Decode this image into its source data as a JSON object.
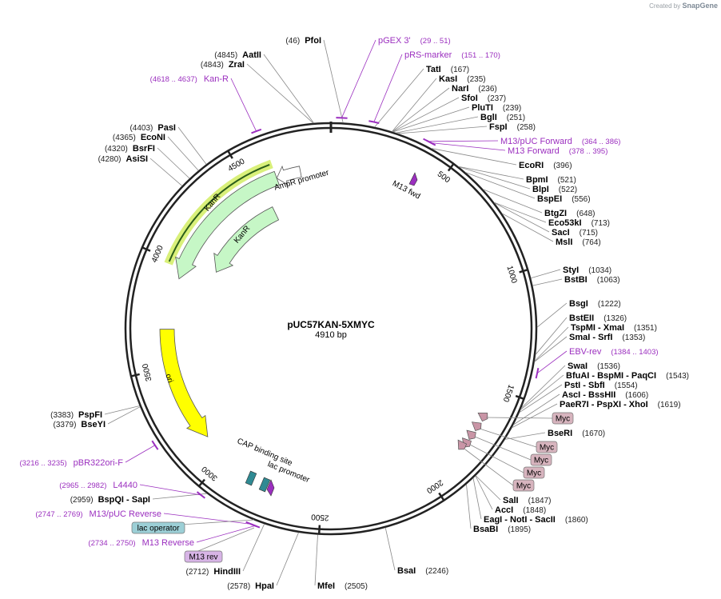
{
  "app": {
    "created_by": "Created by",
    "brand": "SnapGene"
  },
  "plasmid": {
    "name": "pUC57KAN-5XMYC",
    "length": 4910,
    "length_label": "4910 bp"
  },
  "ticks": [
    "500",
    "1000",
    "1500",
    "2000",
    "2500",
    "3000",
    "3500",
    "4000",
    "4500"
  ],
  "sites": [
    {
      "id": "pfoi",
      "pos": 46,
      "label": "(46)",
      "name": "PfoI"
    },
    {
      "id": "aatii",
      "pos": 4845,
      "label": "(4845)",
      "name": "AatII"
    },
    {
      "id": "zrai",
      "pos": 4843,
      "label": "(4843)",
      "name": "ZraI"
    },
    {
      "id": "tati",
      "pos": 167,
      "label": "(167)",
      "name": "TatI"
    },
    {
      "id": "kasi",
      "pos": 235,
      "label": "(235)",
      "name": "KasI"
    },
    {
      "id": "nari",
      "pos": 236,
      "label": "(236)",
      "name": "NarI"
    },
    {
      "id": "sfoi",
      "pos": 237,
      "label": "(237)",
      "name": "SfoI"
    },
    {
      "id": "pluti",
      "pos": 239,
      "label": "(239)",
      "name": "PluTI"
    },
    {
      "id": "bgli",
      "pos": 251,
      "label": "(251)",
      "name": "BglI"
    },
    {
      "id": "fspi",
      "pos": 258,
      "label": "(258)",
      "name": "FspI"
    },
    {
      "id": "ecori",
      "pos": 396,
      "label": "(396)",
      "name": "EcoRI"
    },
    {
      "id": "bpmi",
      "pos": 521,
      "label": "(521)",
      "name": "BpmI"
    },
    {
      "id": "blpi",
      "pos": 522,
      "label": "(522)",
      "name": "BlpI"
    },
    {
      "id": "bspei",
      "pos": 556,
      "label": "(556)",
      "name": "BspEI"
    },
    {
      "id": "btgzi",
      "pos": 648,
      "label": "(648)",
      "name": "BtgZI"
    },
    {
      "id": "eco53ki",
      "pos": 713,
      "label": "(713)",
      "name": "Eco53kI"
    },
    {
      "id": "saci",
      "pos": 715,
      "label": "(715)",
      "name": "SacI"
    },
    {
      "id": "msli",
      "pos": 764,
      "label": "(764)",
      "name": "MslI"
    },
    {
      "id": "styi",
      "pos": 1034,
      "label": "(1034)",
      "name": "StyI"
    },
    {
      "id": "bstbi",
      "pos": 1063,
      "label": "(1063)",
      "name": "BstBI"
    },
    {
      "id": "bsgi",
      "pos": 1222,
      "label": "(1222)",
      "name": "BsgI"
    },
    {
      "id": "bsteii",
      "pos": 1326,
      "label": "(1326)",
      "name": "BstEII"
    },
    {
      "id": "tspmi",
      "pos": 1351,
      "label": "(1351)",
      "name": "TspMI  - XmaI"
    },
    {
      "id": "smai",
      "pos": 1353,
      "label": "(1353)",
      "name": "SmaI  - SrfI"
    },
    {
      "id": "swai",
      "pos": 1536,
      "label": "(1536)",
      "name": "SwaI"
    },
    {
      "id": "bfuai",
      "pos": 1543,
      "label": "(1543)",
      "name": "BfuAI  - BspMI  - PaqCI"
    },
    {
      "id": "psti",
      "pos": 1554,
      "label": "(1554)",
      "name": "PstI  - SbfI"
    },
    {
      "id": "asci",
      "pos": 1606,
      "label": "(1606)",
      "name": "AscI  - BssHII"
    },
    {
      "id": "paer7i",
      "pos": 1619,
      "label": "(1619)",
      "name": "PaeR7I  - PspXI  - XhoI"
    },
    {
      "id": "bseri",
      "pos": 1670,
      "label": "(1670)",
      "name": "BseRI"
    },
    {
      "id": "sali",
      "pos": 1847,
      "label": "(1847)",
      "name": "SalI"
    },
    {
      "id": "acci",
      "pos": 1848,
      "label": "(1848)",
      "name": "AccI"
    },
    {
      "id": "eagi",
      "pos": 1860,
      "label": "(1860)",
      "name": "EagI  - NotI  - SacII"
    },
    {
      "id": "bsabi",
      "pos": 1895,
      "label": "(1895)",
      "name": "BsaBI"
    },
    {
      "id": "bsai",
      "pos": 2246,
      "label": "(2246)",
      "name": "BsaI"
    },
    {
      "id": "mfei",
      "pos": 2505,
      "label": "(2505)",
      "name": "MfeI"
    },
    {
      "id": "hpai",
      "pos": 2578,
      "label": "(2578)",
      "name": "HpaI"
    },
    {
      "id": "hindiii",
      "pos": 2712,
      "label": "(2712)",
      "name": "HindIII"
    },
    {
      "id": "bspqi",
      "pos": 2959,
      "label": "(2959)",
      "name": "BspQI  - SapI"
    },
    {
      "id": "pspfi",
      "pos": 3383,
      "label": "(3383)",
      "name": "PspFI"
    },
    {
      "id": "bseyi",
      "pos": 3379,
      "label": "(3379)",
      "name": "BseYI"
    },
    {
      "id": "pasi",
      "pos": 4403,
      "label": "(4403)",
      "name": "PasI"
    },
    {
      "id": "econi",
      "pos": 4365,
      "label": "(4365)",
      "name": "EcoNI"
    },
    {
      "id": "bsrfi",
      "pos": 4320,
      "label": "(4320)",
      "name": "BsrFI"
    },
    {
      "id": "asisi",
      "pos": 4280,
      "label": "(4280)",
      "name": "AsiSI"
    }
  ],
  "primers": [
    {
      "id": "pgex3",
      "name": "pGEX 3'",
      "range": "(29 .. 51)",
      "start": 29,
      "end": 51
    },
    {
      "id": "prs",
      "name": "pRS-marker",
      "range": "(151 .. 170)",
      "start": 151,
      "end": 170
    },
    {
      "id": "m13puc-fwd",
      "name": "M13/pUC Forward",
      "range": "(364 .. 386)",
      "start": 364,
      "end": 386
    },
    {
      "id": "m13-fwd",
      "name": "M13 Forward",
      "range": "(378 .. 395)",
      "start": 378,
      "end": 395
    },
    {
      "id": "ebv-rev",
      "name": "EBV-rev",
      "range": "(1384 .. 1403)",
      "start": 1384,
      "end": 1403
    },
    {
      "id": "l4440",
      "name": "L4440",
      "range": "(2965 .. 2982)",
      "start": 2965,
      "end": 2982
    },
    {
      "id": "m13puc-rev",
      "name": "M13/pUC Reverse",
      "range": "(2747 .. 2769)",
      "start": 2747,
      "end": 2769
    },
    {
      "id": "m13-rev",
      "name": "M13 Reverse",
      "range": "(2734 .. 2750)",
      "start": 2734,
      "end": 2750
    },
    {
      "id": "pbr322",
      "name": "pBR322ori-F",
      "range": "(3216 .. 3235)",
      "start": 3216,
      "end": 3235
    },
    {
      "id": "kanr-primer",
      "name": "Kan-R",
      "range": "(4618 .. 4637)",
      "start": 4618,
      "end": 4637
    }
  ],
  "features": {
    "ampr_promoter": "AmpR promoter",
    "kanr_outer": "KanR",
    "kanr_inner": "KanR",
    "ori": "ori",
    "cap_site": "CAP binding site",
    "lac_promoter": "lac promoter",
    "m13_fwd": "M13 fwd",
    "lac_operator": "lac operator",
    "m13_rev_box": "M13 rev",
    "myc": [
      "Myc",
      "Myc",
      "Myc",
      "Myc",
      "Myc"
    ]
  },
  "colors": {
    "kanr": "#c6f7c6",
    "kanr_highlight": "#d9f07a",
    "ori": "#ffff00",
    "primer": "#9b2fbf",
    "myc_box": "#d7b4be",
    "myc_arrow": "#c995a6",
    "lac_operator": "#9ccfd6",
    "m13_box": "#d7b4e6",
    "backbone": "#222222"
  }
}
